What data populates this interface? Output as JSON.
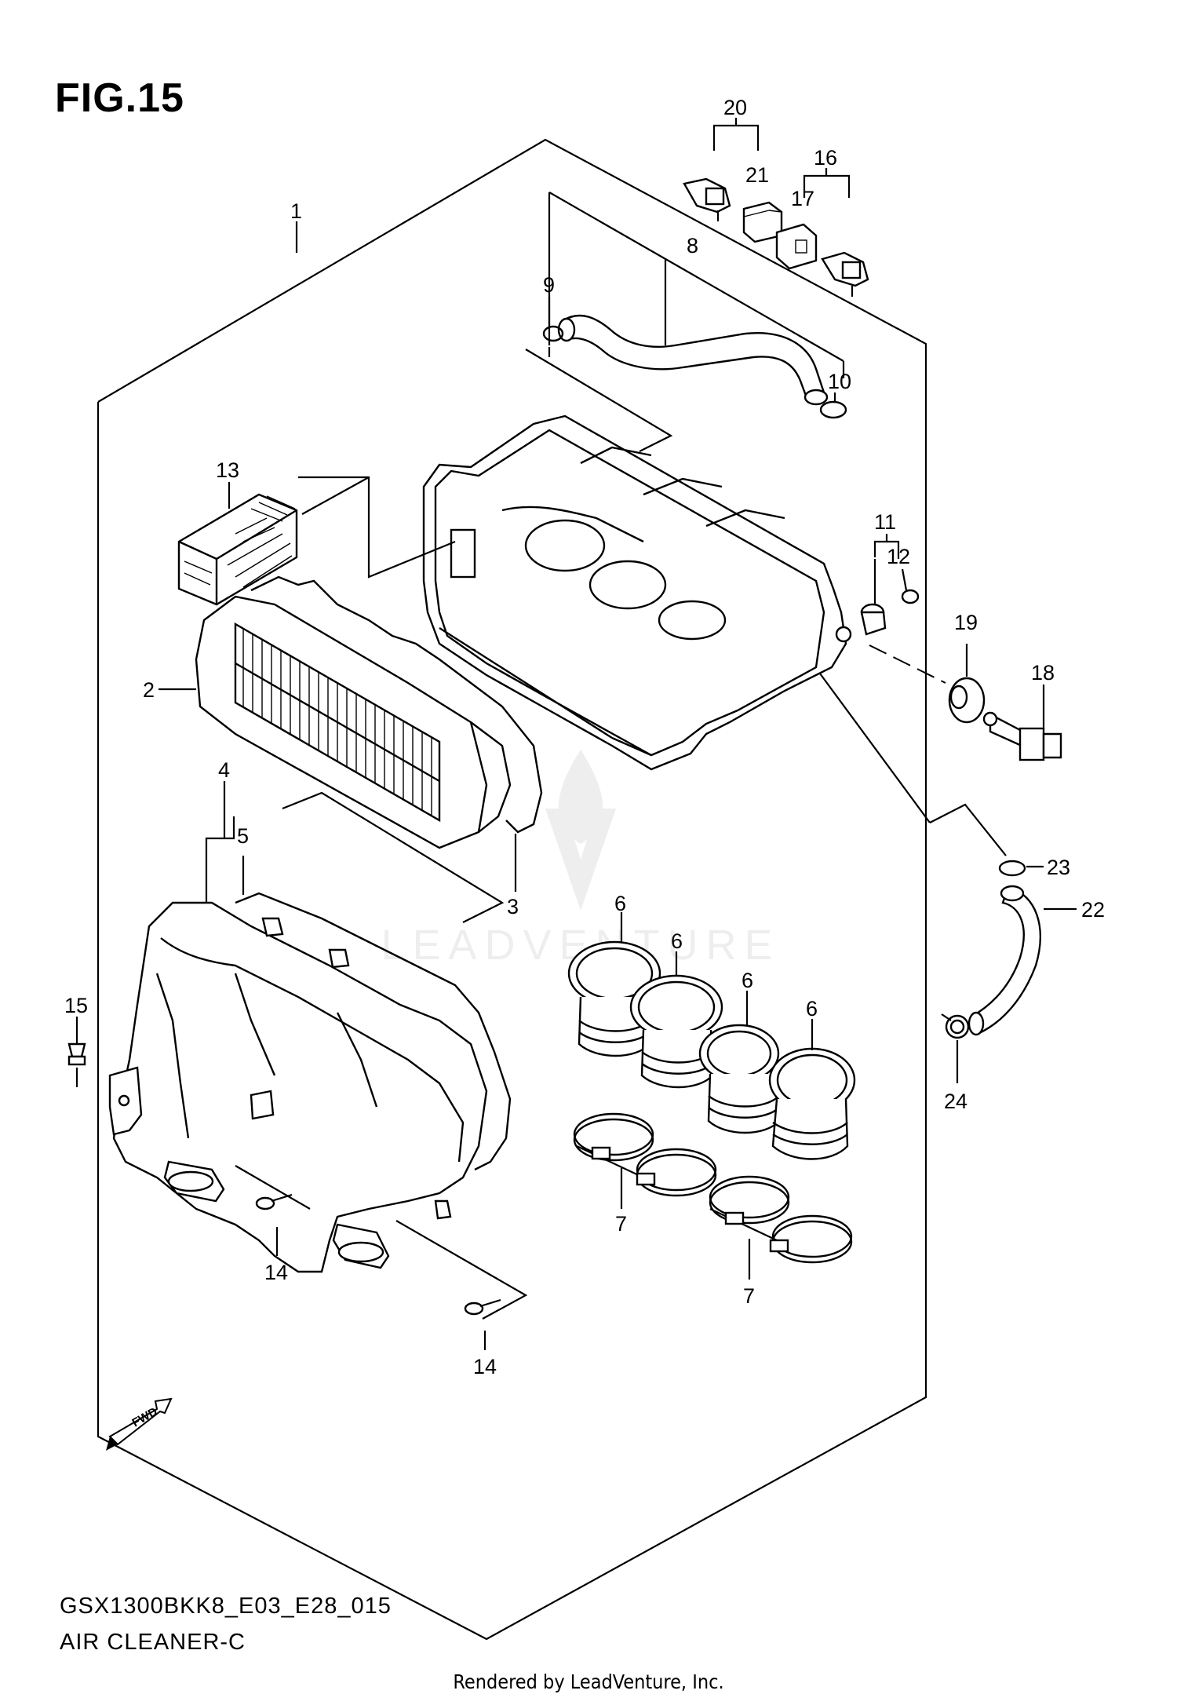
{
  "figure_title": "FIG.15",
  "model_code": "GSX1300BKK8_E03_E28_015",
  "section_name": "AIR CLEANER-C",
  "rendered_by": "Rendered by LeadVenture, Inc.",
  "watermark_text": "LEADVENTURE",
  "fwd_label": "FWD",
  "callouts": {
    "c1": "1",
    "c2": "2",
    "c3": "3",
    "c4": "4",
    "c5": "5",
    "c6a": "6",
    "c6b": "6",
    "c6c": "6",
    "c6d": "6",
    "c7a": "7",
    "c7b": "7",
    "c8": "8",
    "c9": "9",
    "c10": "10",
    "c11": "11",
    "c12": "12",
    "c13": "13",
    "c14a": "14",
    "c14b": "14",
    "c15": "15",
    "c16": "16",
    "c17": "17",
    "c18": "18",
    "c19": "19",
    "c20": "20",
    "c21": "21",
    "c22": "22",
    "c23": "23",
    "c24": "24"
  }
}
